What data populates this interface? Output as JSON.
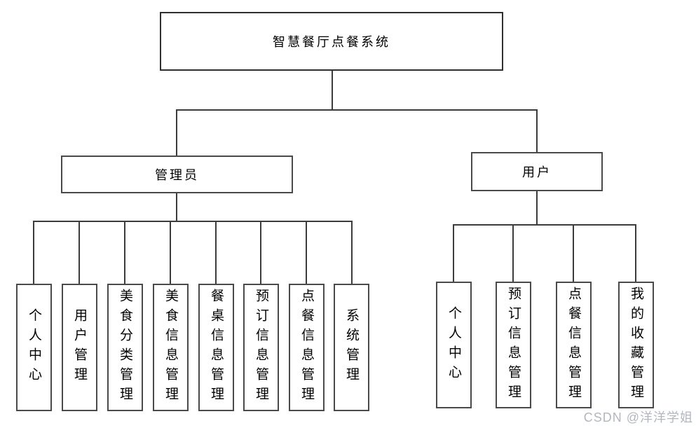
{
  "diagram": {
    "root": {
      "label": "智慧餐厅点餐系统"
    },
    "branches": [
      {
        "label": "管理员",
        "children": [
          "个人中心",
          "用户管理",
          "美食分类管理",
          "美食信息管理",
          "餐桌信息管理",
          "预订信息管理",
          "点餐信息管理",
          "系统管理"
        ]
      },
      {
        "label": "用户",
        "children": [
          "个人中心",
          "预订信息管理",
          "点餐信息管理",
          "我的收藏管理"
        ]
      }
    ]
  },
  "watermark": {
    "text": "CSDN @洋洋学姐"
  },
  "colors": {
    "line": "#3c3c3c",
    "box_border": "#4a4a4a",
    "box_bg": "#ffffff",
    "text": "#000000",
    "watermark": "#b3b7bd"
  }
}
